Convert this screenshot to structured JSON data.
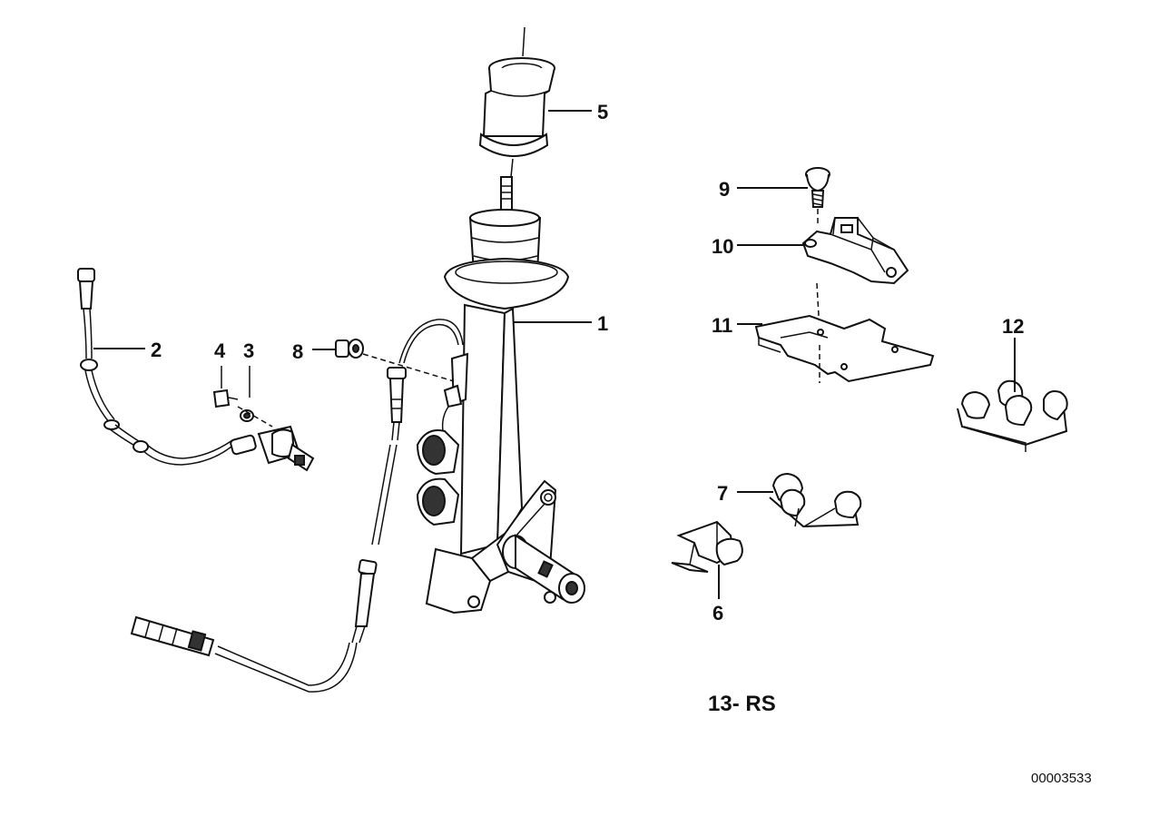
{
  "diagram": {
    "labels": {
      "p1": "1",
      "p2": "2",
      "p3": "3",
      "p4": "4",
      "p5": "5",
      "p6": "6",
      "p7": "7",
      "p8": "8",
      "p9": "9",
      "p10": "10",
      "p11": "11",
      "p12": "12"
    },
    "variant_note": "13- RS",
    "reference_number": "00003533"
  }
}
